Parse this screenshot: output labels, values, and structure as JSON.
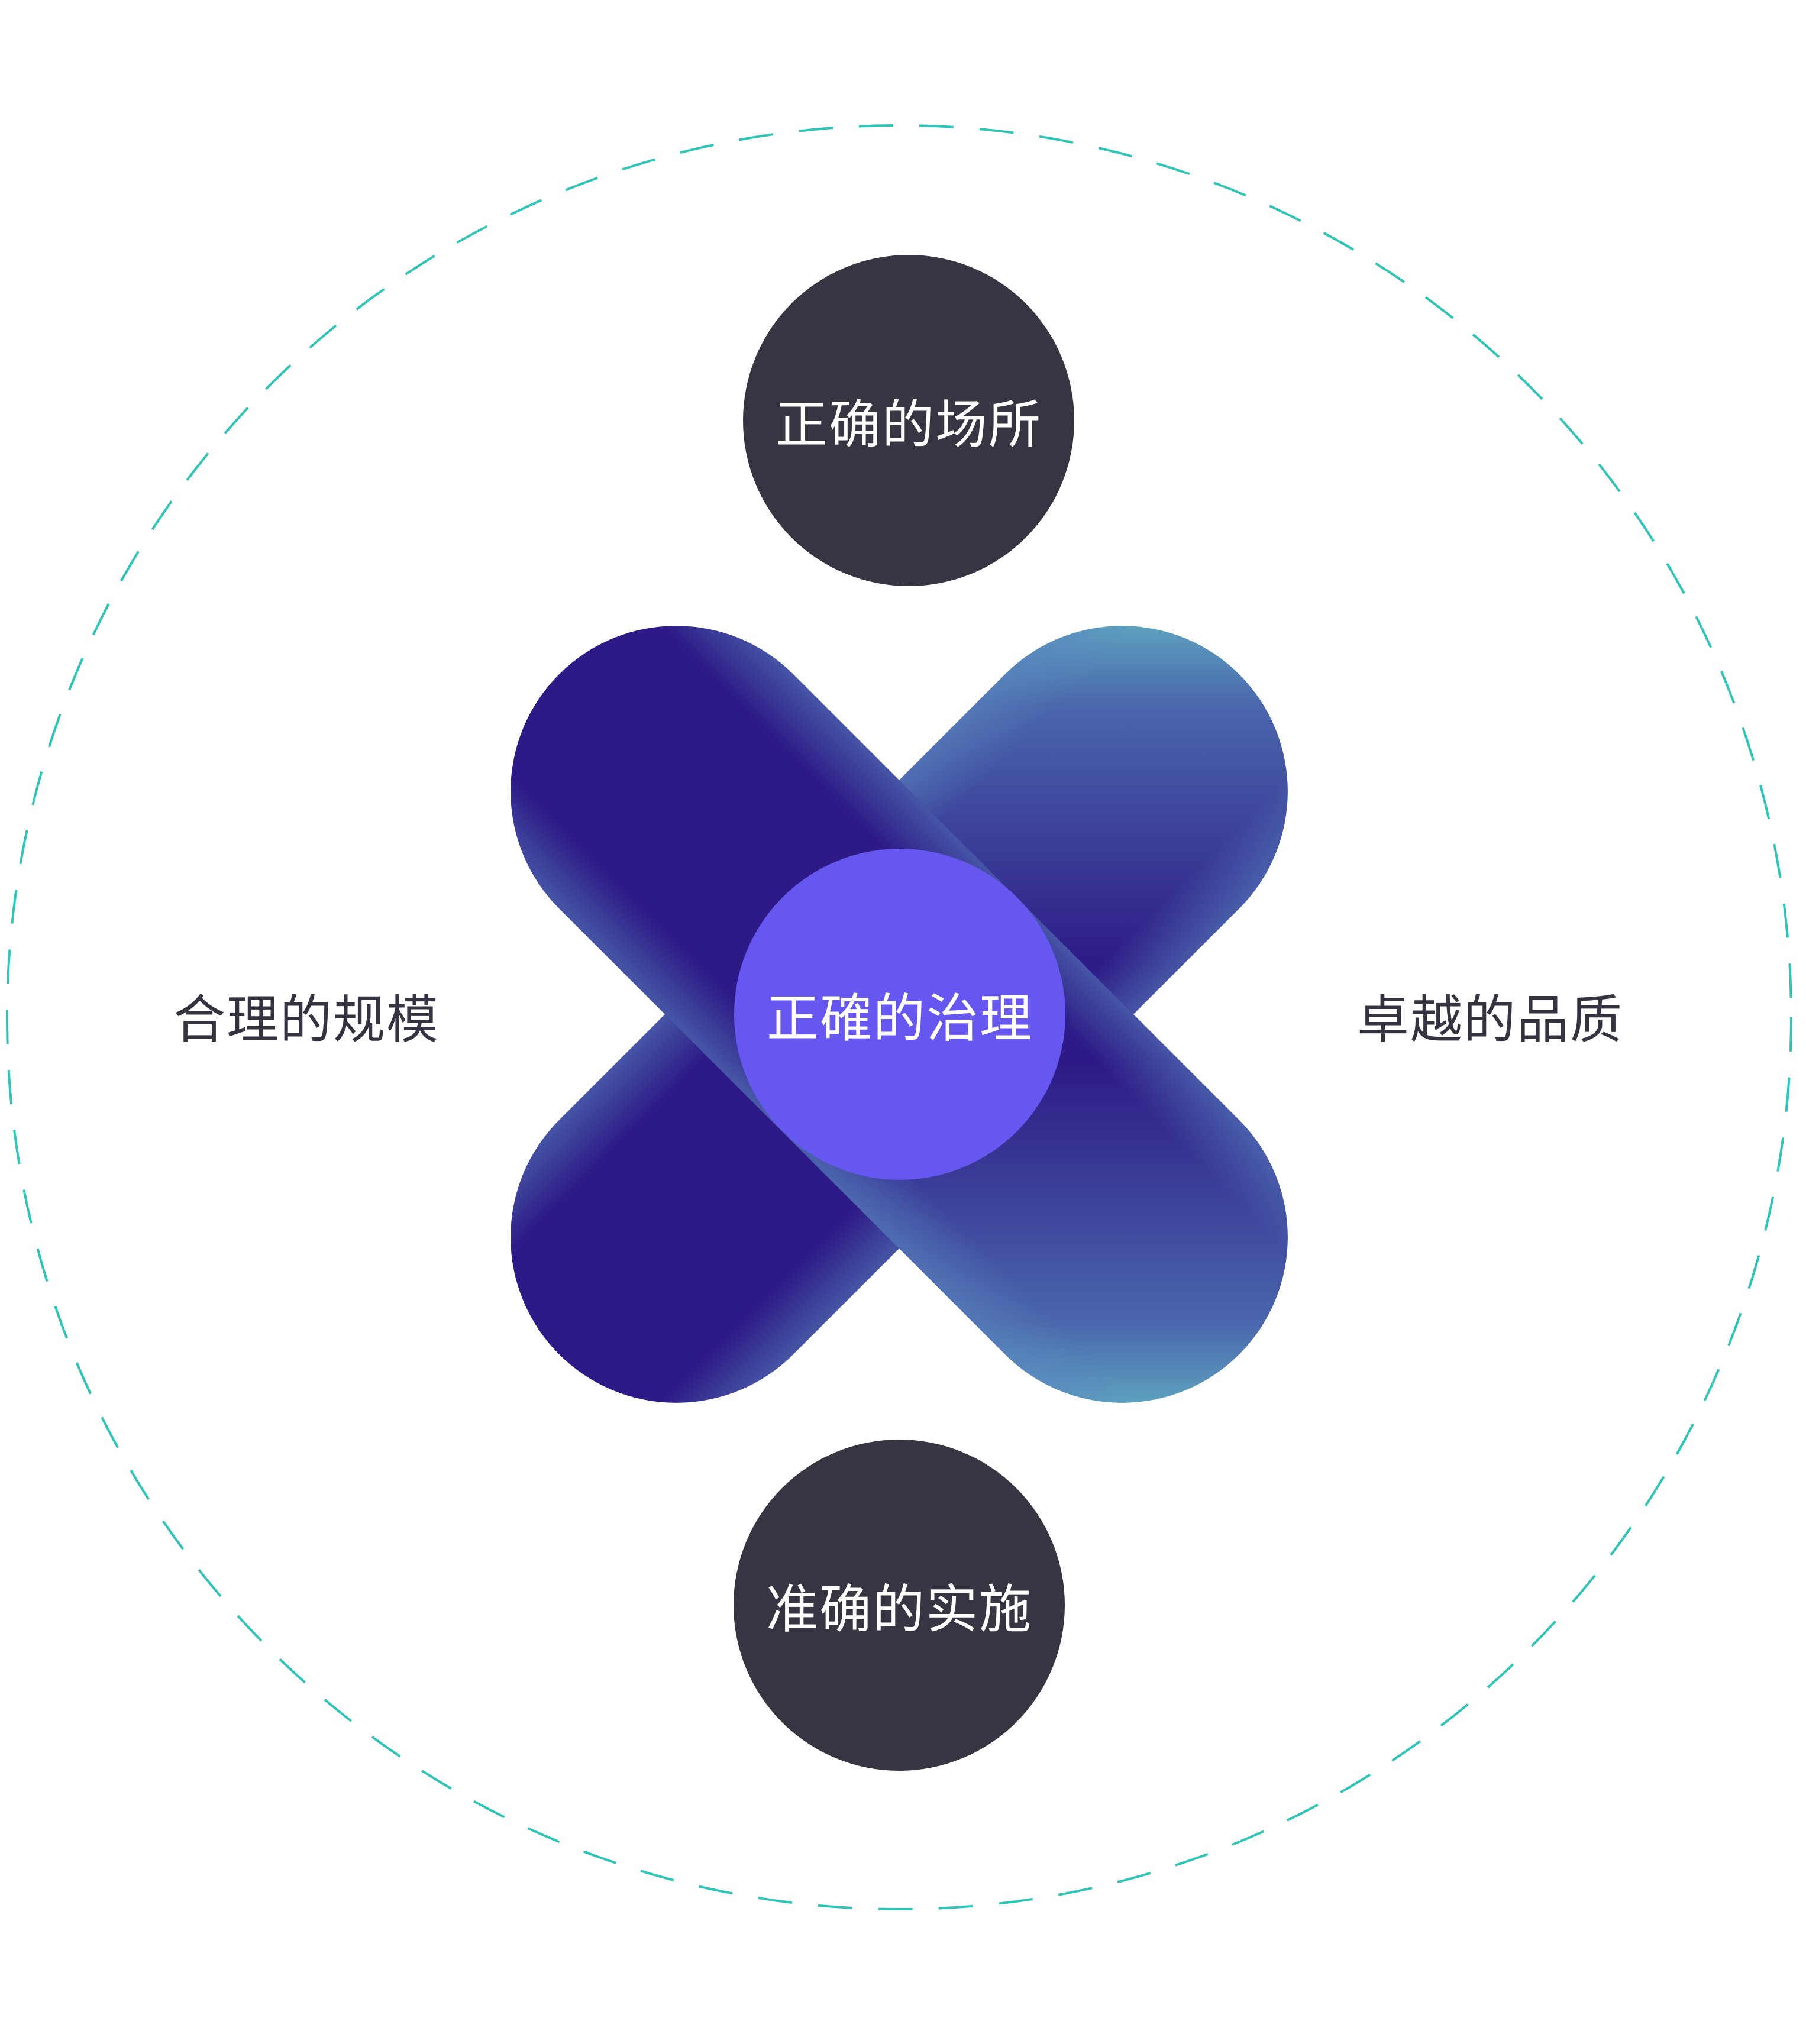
{
  "center": {
    "label": "正確的治理",
    "color": "#6757f1"
  },
  "top": {
    "label": "正确的场所",
    "color": "#363541"
  },
  "bottom": {
    "label": "准确的实施",
    "color": "#363541"
  },
  "left": {
    "label": "合理的规模"
  },
  "right": {
    "label": "卓越的品质"
  },
  "colors": {
    "bar_dark": "#2d1a86",
    "bar_mid": "#4a66ac",
    "bar_light": "#72e3d5",
    "ring": "#2ec5b8",
    "text_dark": "#34333f"
  }
}
